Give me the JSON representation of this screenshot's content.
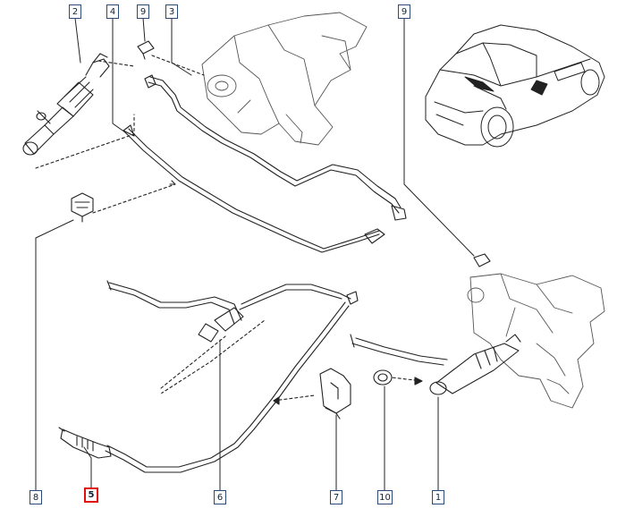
{
  "diagram": {
    "callouts": [
      {
        "id": "c2",
        "label": "2"
      },
      {
        "id": "c4",
        "label": "4"
      },
      {
        "id": "c9a",
        "label": "9"
      },
      {
        "id": "c3",
        "label": "3"
      },
      {
        "id": "c9b",
        "label": "9"
      },
      {
        "id": "c8",
        "label": "8"
      },
      {
        "id": "c5",
        "label": "5",
        "selected": true
      },
      {
        "id": "c6",
        "label": "6"
      },
      {
        "id": "c7",
        "label": "7"
      },
      {
        "id": "c10",
        "label": "10"
      },
      {
        "id": "c1",
        "label": "1"
      }
    ],
    "highlight_color": "#e01010",
    "line_color": "#222222"
  }
}
